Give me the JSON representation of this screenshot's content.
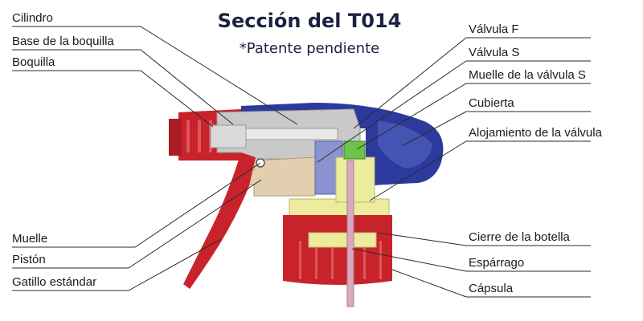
{
  "header": {
    "title": "Sección del T014",
    "subtitle": "*Patente pendiente"
  },
  "labels": {
    "left": [
      "Cilindro",
      "Base de la boquilla",
      "Boquilla",
      "Muelle",
      "Pistón",
      "Gatillo estándar"
    ],
    "right": [
      "Válvula F",
      "Válvula S",
      "Muelle de la válvula S",
      "Cubierta",
      "Alojamiento de la válvula",
      "Cierre de la botella",
      "Espárrago",
      "Cápsula"
    ]
  },
  "colors": {
    "red": "#c8232b",
    "blue": "#2b3a9c",
    "gray": "#c9c9c9",
    "beige": "#e2cfb0",
    "yellow": "#ecec9c",
    "green": "#6cc24a",
    "pink": "#d9a9c0",
    "leader": "#2a2a2a",
    "text": "#1a1a1a"
  }
}
